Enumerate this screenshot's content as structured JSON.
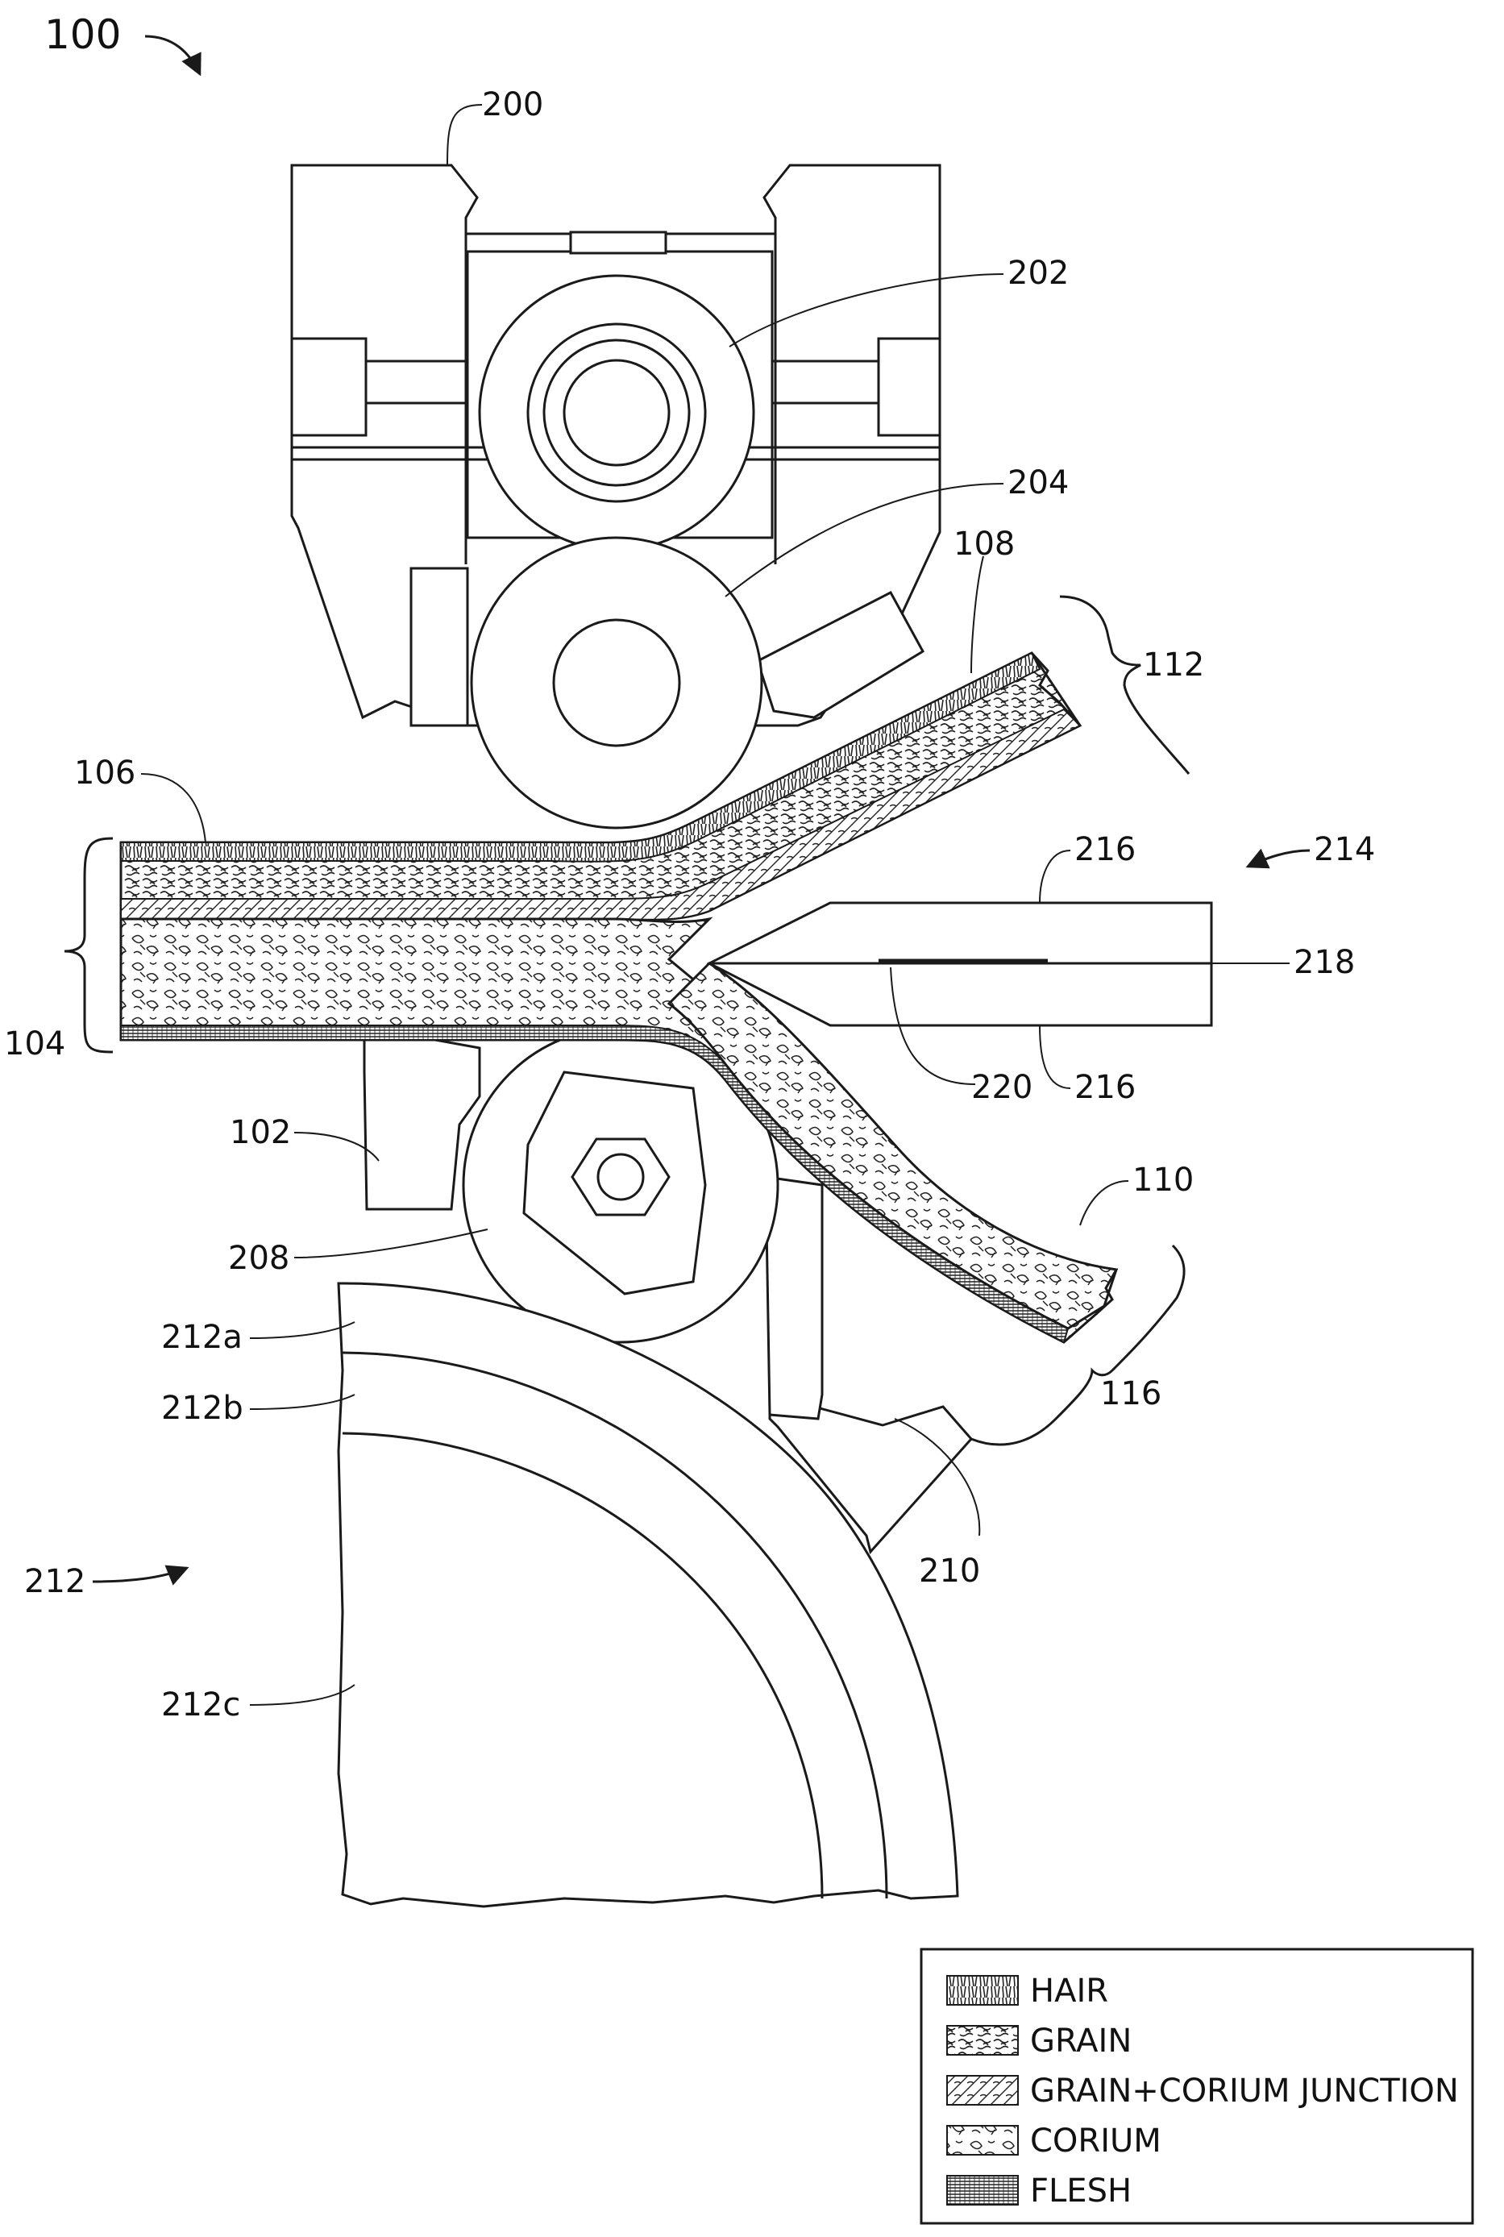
{
  "figure": {
    "ref_main": "100",
    "labels": {
      "l200": "200",
      "l202": "202",
      "l204": "204",
      "l108": "108",
      "l112": "112",
      "l106": "106",
      "l216a": "216",
      "l214": "214",
      "l218": "218",
      "l104": "104",
      "l220": "220",
      "l216b": "216",
      "l102": "102",
      "l110": "110",
      "l208": "208",
      "l212a": "212a",
      "l116": "116",
      "l212b": "212b",
      "l210": "210",
      "l212": "212",
      "l212c": "212c"
    }
  },
  "legend": {
    "items": [
      {
        "label": "HAIR",
        "pattern": "hair"
      },
      {
        "label": "GRAIN",
        "pattern": "grain"
      },
      {
        "label": "GRAIN+CORIUM JUNCTION",
        "pattern": "junction"
      },
      {
        "label": "CORIUM",
        "pattern": "corium"
      },
      {
        "label": "FLESH",
        "pattern": "flesh"
      }
    ]
  },
  "colors": {
    "line": "#1a1a1a",
    "background": "#ffffff"
  }
}
